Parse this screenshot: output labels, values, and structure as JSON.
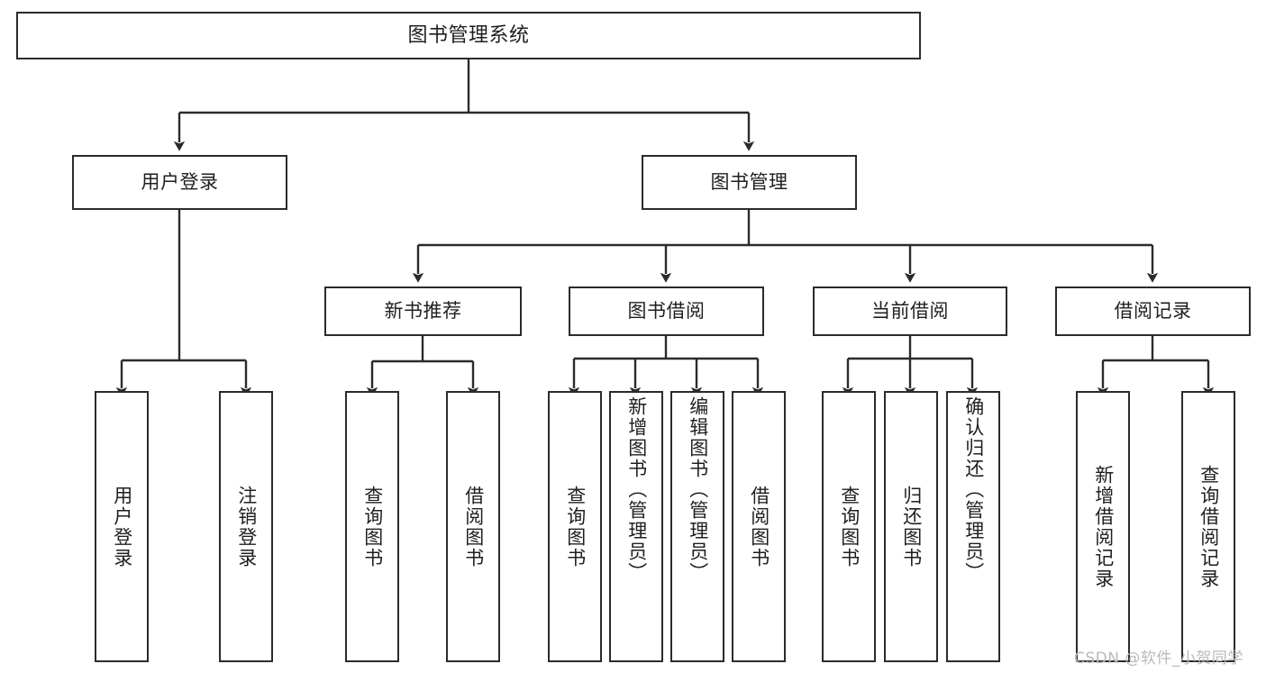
{
  "diagram": {
    "type": "tree-hierarchy",
    "title": "图书管理系统",
    "orientation": "top-down",
    "line_color": "#2b2b2b",
    "box_fill": "#ffffff",
    "text_color": "#1f1f1f",
    "watermark": "CSDN @软件_小贺同学",
    "nodes": {
      "root": {
        "label": "图书管理系统"
      },
      "level1": [
        {
          "label": "用户登录"
        },
        {
          "label": "图书管理"
        }
      ],
      "level2": [
        {
          "label": "新书推荐"
        },
        {
          "label": "图书借阅"
        },
        {
          "label": "当前借阅"
        },
        {
          "label": "借阅记录"
        }
      ],
      "leaves": {
        "user_login": [
          {
            "label": "用户登录"
          },
          {
            "label": "注销登录"
          }
        ],
        "new_book_recommend": [
          {
            "label": "查询图书"
          },
          {
            "label": "借阅图书"
          }
        ],
        "book_borrow": [
          {
            "label": "查询图书"
          },
          {
            "label": "新增图书（管理员）"
          },
          {
            "label": "编辑图书（管理员）"
          },
          {
            "label": "借阅图书"
          }
        ],
        "current_borrow": [
          {
            "label": "查询图书"
          },
          {
            "label": "归还图书"
          },
          {
            "label": "确认归还（管理员）"
          }
        ],
        "borrow_record": [
          {
            "label": "新增借阅记录"
          },
          {
            "label": "查询借阅记录"
          }
        ]
      }
    }
  }
}
